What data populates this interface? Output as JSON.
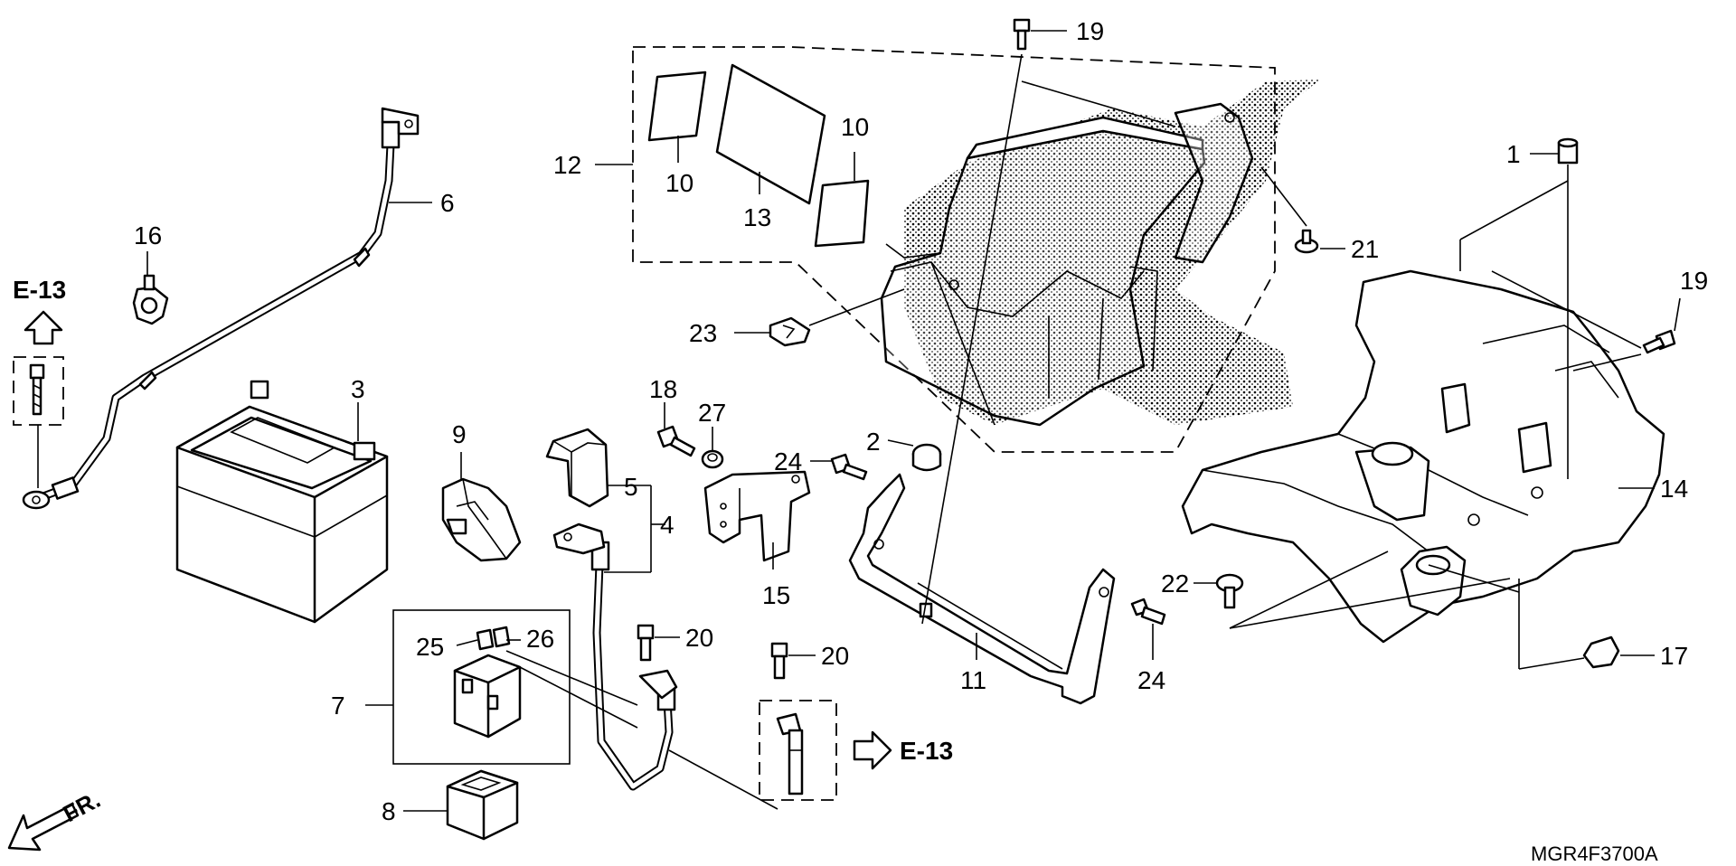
{
  "diagram": {
    "drawing_code": "MGR4F3700A",
    "front_marker": "FR.",
    "refs": [
      {
        "id": "ref-left",
        "text": "E-13"
      },
      {
        "id": "ref-right",
        "text": "E-13"
      }
    ],
    "callouts": [
      "1",
      "2",
      "3",
      "4",
      "5",
      "6",
      "7",
      "8",
      "9",
      "10",
      "10",
      "11",
      "12",
      "13",
      "14",
      "15",
      "16",
      "17",
      "18",
      "19",
      "19",
      "20",
      "20",
      "21",
      "22",
      "23",
      "24",
      "24",
      "25",
      "26",
      "27"
    ]
  }
}
